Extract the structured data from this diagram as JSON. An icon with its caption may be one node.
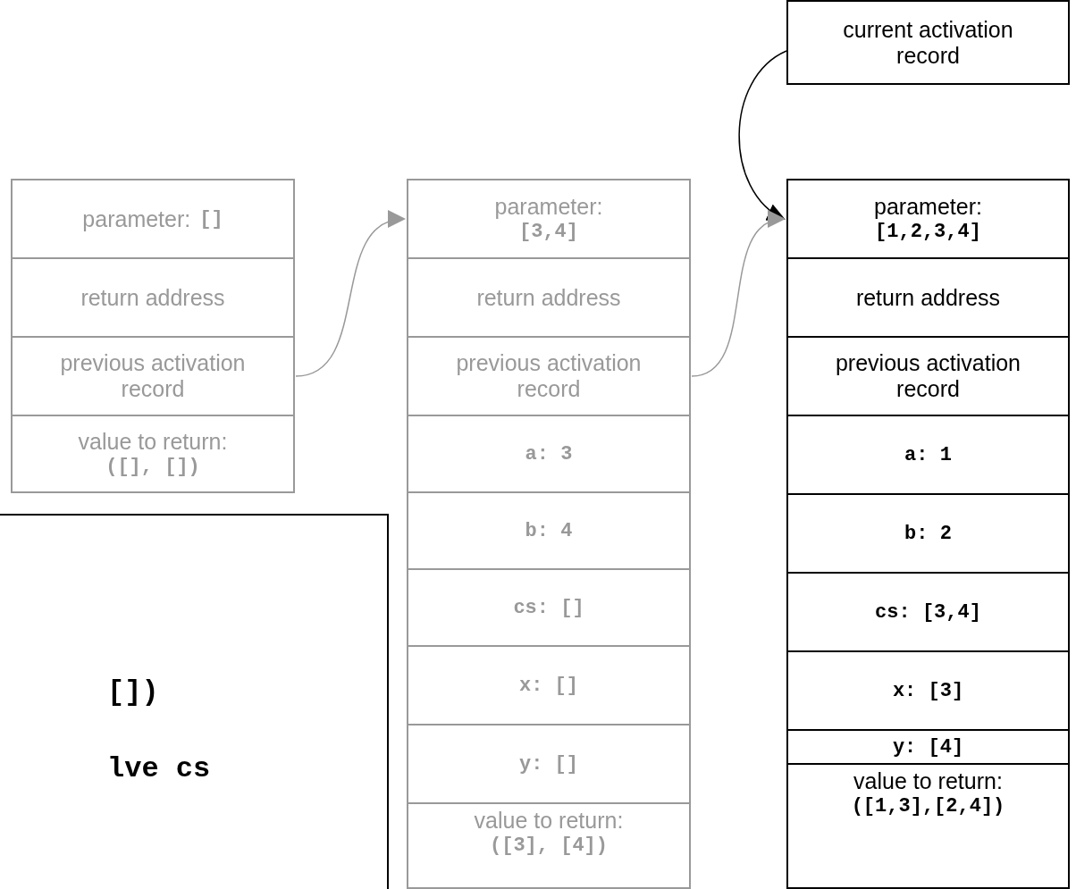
{
  "diagram": {
    "nodes": [
      {
        "text": [
          "current activation record"
        ]
      },
      {
        "text": [
          "parameter:",
          "[]"
        ]
      },
      {
        "text": [
          "return address"
        ]
      },
      {
        "text": [
          "previous activation record"
        ]
      },
      {
        "text": [
          "value to return:",
          "([], [])"
        ]
      },
      {
        "text": [
          "parameter:",
          "[3,4]"
        ]
      },
      {
        "text": [
          "return address"
        ]
      },
      {
        "text": [
          "previous activation record"
        ]
      },
      {
        "text": [
          "a: 3"
        ]
      },
      {
        "text": [
          "b: 4"
        ]
      },
      {
        "text": [
          "cs: []"
        ]
      },
      {
        "text": [
          "x: []"
        ]
      },
      {
        "text": [
          "y: []"
        ]
      },
      {
        "text": [
          "value to return:",
          "([3], [4])"
        ]
      },
      {
        "text": [
          "parameter:",
          "[1,2,3,4]"
        ]
      },
      {
        "text": [
          "return address"
        ]
      },
      {
        "text": [
          "previous activation record"
        ]
      },
      {
        "text": [
          "a: 1"
        ]
      },
      {
        "text": [
          "b: 2"
        ]
      },
      {
        "text": [
          "cs: [3,4]"
        ]
      },
      {
        "text": [
          "x: [3]"
        ]
      },
      {
        "text": [
          "y: [4]"
        ]
      },
      {
        "text": [
          "value to return:",
          "([1,3],[2,4])"
        ]
      },
      {
        "text": [
          "[])",
          "lve cs"
        ]
      }
    ],
    "edges": [
      {
        "from": 0,
        "to": 14,
        "arrow": "to",
        "color": "#000000"
      },
      {
        "from": 3,
        "to": 5,
        "arrow": "to",
        "color": "#999999"
      },
      {
        "from": 7,
        "to": 14,
        "arrow": "to",
        "color": "#999999"
      }
    ]
  }
}
